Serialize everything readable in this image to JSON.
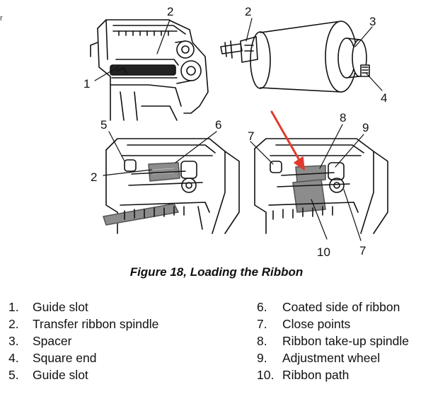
{
  "stray_mark": "r",
  "callouts": {
    "a1": "1",
    "a2": "2",
    "b2": "2",
    "b3": "3",
    "b4": "4",
    "c5": "5",
    "c6": "6",
    "c2": "2",
    "d7a": "7",
    "d8": "8",
    "d9": "9",
    "d10": "10",
    "d7b": "7"
  },
  "caption": "Figure 18, Loading the Ribbon",
  "legend_left": [
    {
      "num": "1.",
      "text": "Guide slot"
    },
    {
      "num": "2.",
      "text": "Transfer ribbon spindle"
    },
    {
      "num": "3.",
      "text": "Spacer"
    },
    {
      "num": "4.",
      "text": "Square end"
    },
    {
      "num": "5.",
      "text": "Guide slot"
    }
  ],
  "legend_right": [
    {
      "num": "6.",
      "text": "Coated side of ribbon"
    },
    {
      "num": "7.",
      "text": "Close points"
    },
    {
      "num": "8.",
      "text": "Ribbon take-up spindle"
    },
    {
      "num": "9.",
      "text": "Adjustment wheel"
    },
    {
      "num": "10.",
      "text": "Ribbon path"
    }
  ],
  "colors": {
    "arrow": "#e03a2f",
    "ribbon": "#8c8c8c",
    "line": "#111111"
  }
}
